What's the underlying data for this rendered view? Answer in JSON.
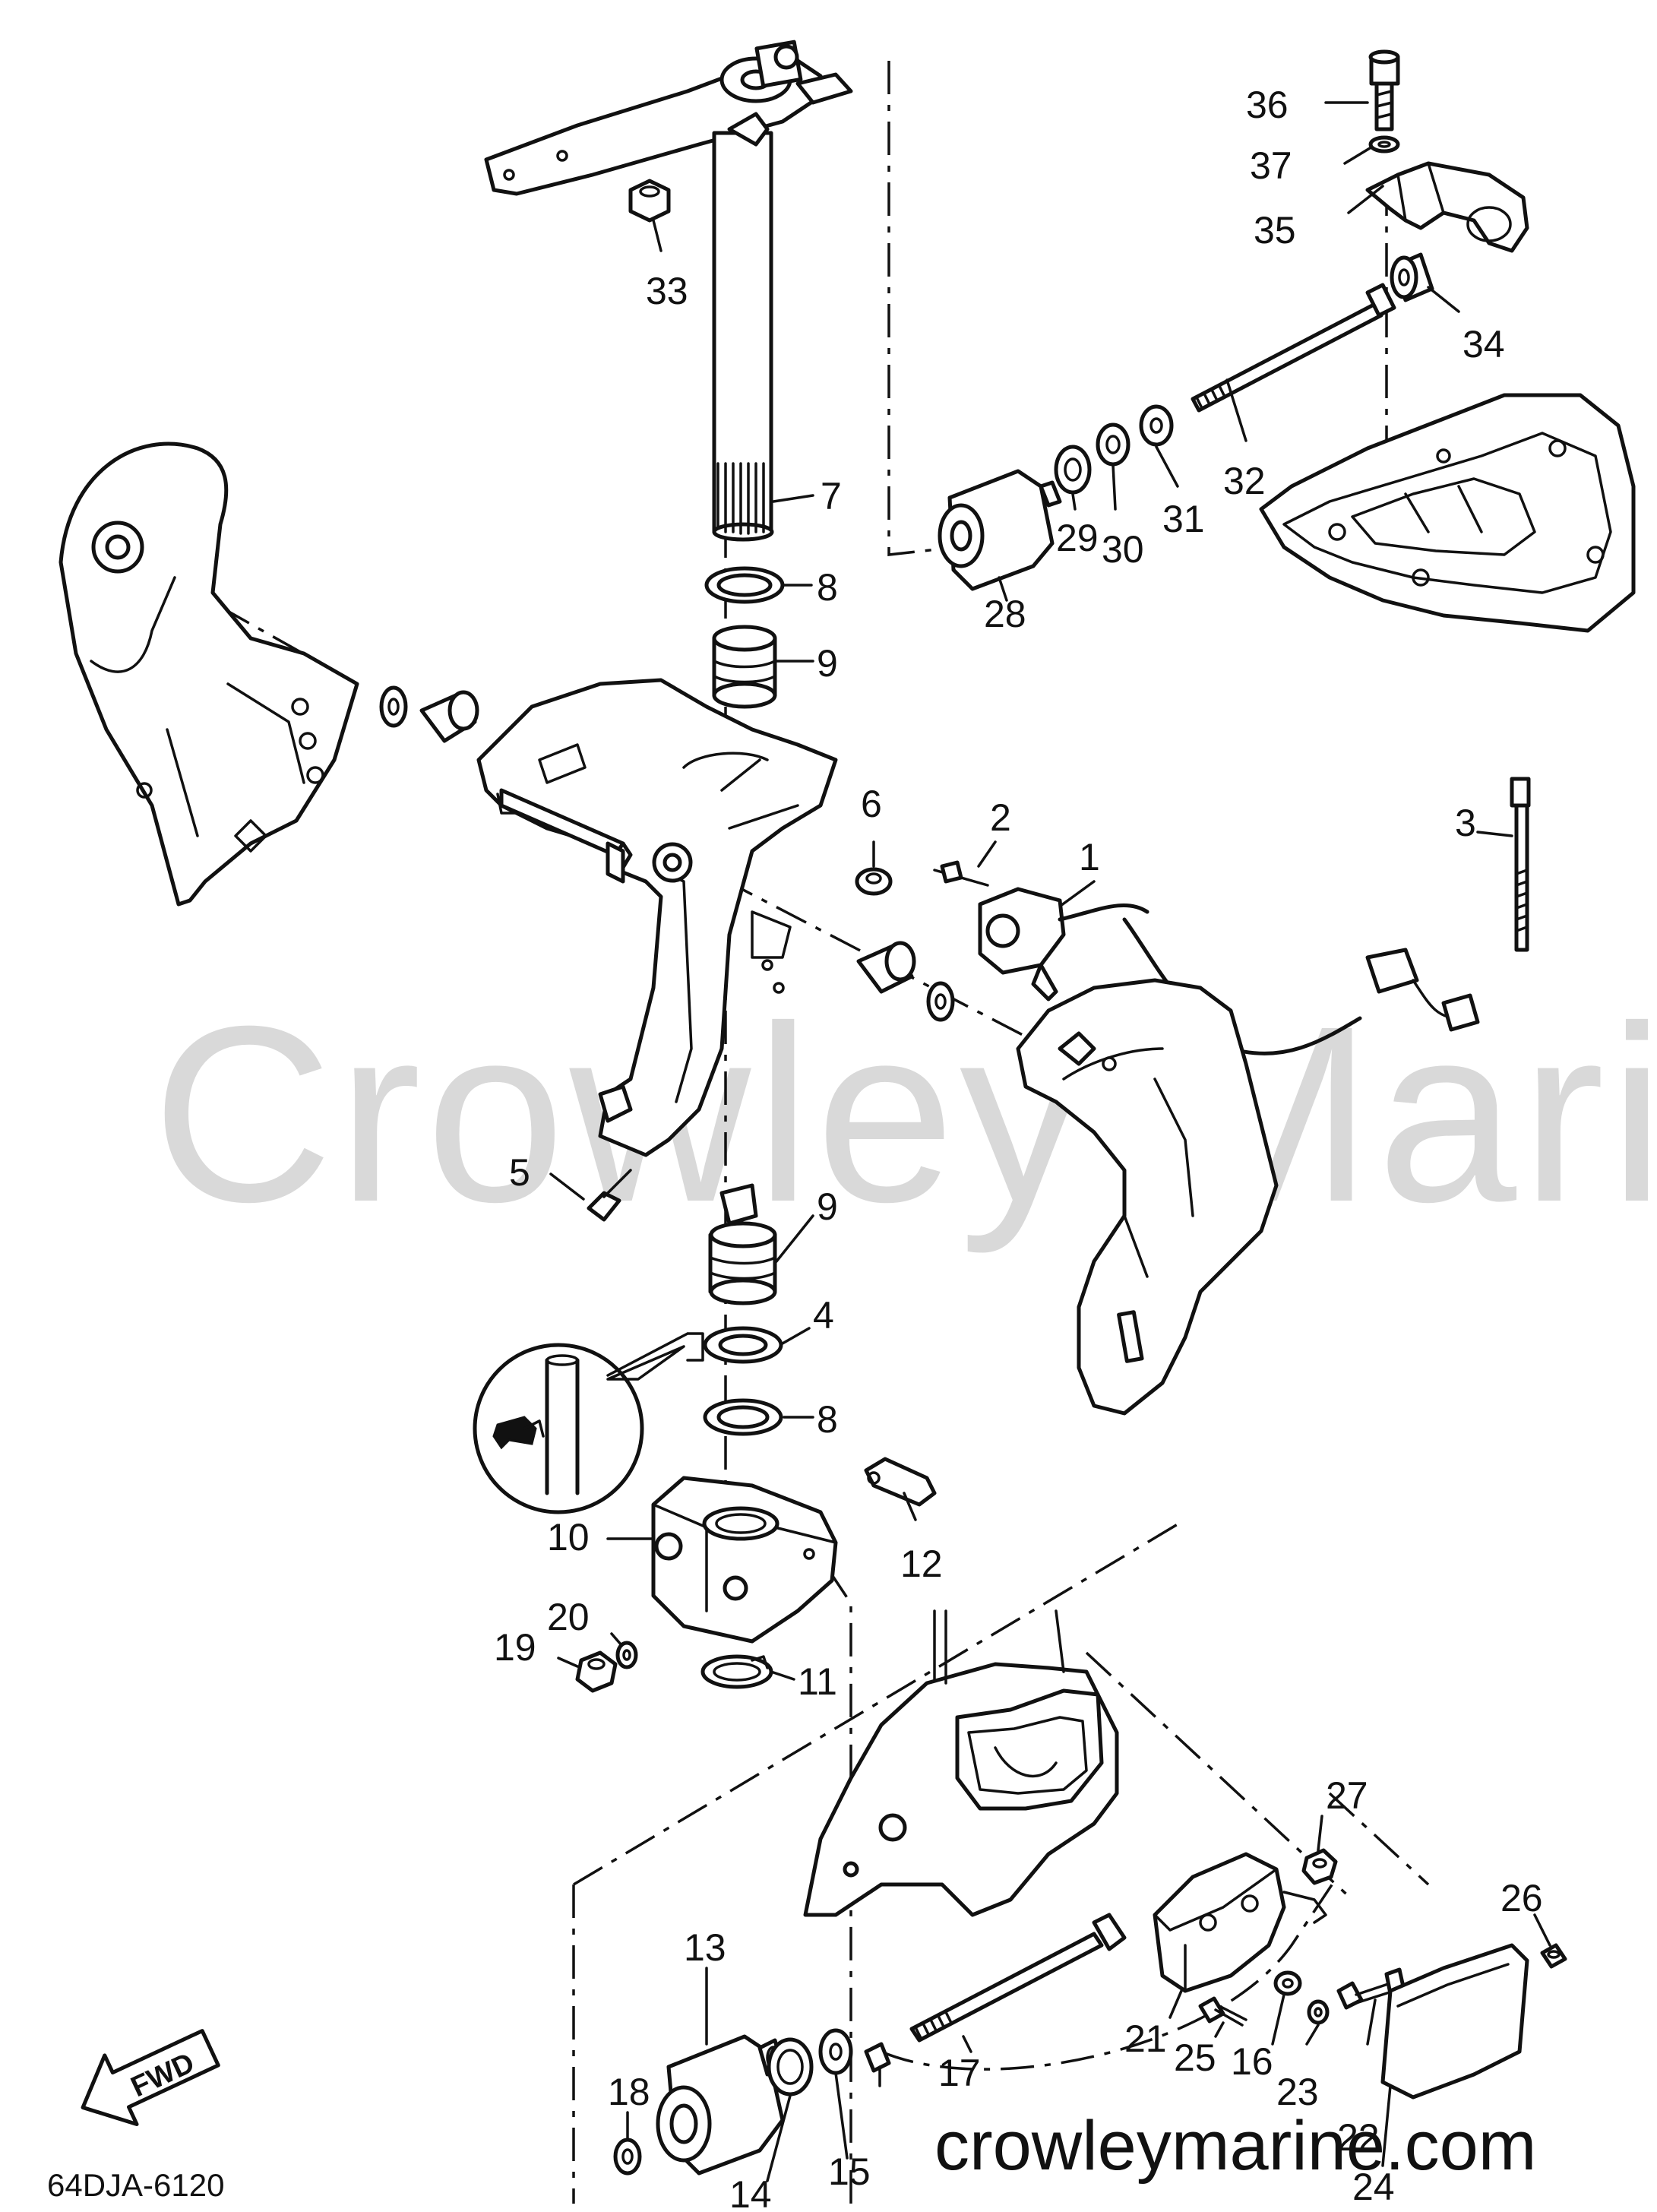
{
  "diagram": {
    "watermark": "Crowley Marine",
    "website": "crowleymarine.com",
    "diagram_code": "64DJA-6120",
    "fwd_label": "FWD",
    "callouts": [
      {
        "id": "c1",
        "label": "1"
      },
      {
        "id": "c2",
        "label": "2"
      },
      {
        "id": "c3",
        "label": "3"
      },
      {
        "id": "c4",
        "label": "4"
      },
      {
        "id": "c5",
        "label": "5"
      },
      {
        "id": "c6",
        "label": "6"
      },
      {
        "id": "c7",
        "label": "7"
      },
      {
        "id": "c8a",
        "label": "8"
      },
      {
        "id": "c8b",
        "label": "8"
      },
      {
        "id": "c9a",
        "label": "9"
      },
      {
        "id": "c9b",
        "label": "9"
      },
      {
        "id": "c10",
        "label": "10"
      },
      {
        "id": "c11",
        "label": "11"
      },
      {
        "id": "c12",
        "label": "12"
      },
      {
        "id": "c13",
        "label": "13"
      },
      {
        "id": "c14",
        "label": "14"
      },
      {
        "id": "c15",
        "label": "15"
      },
      {
        "id": "c16",
        "label": "16"
      },
      {
        "id": "c17",
        "label": "17"
      },
      {
        "id": "c18",
        "label": "18"
      },
      {
        "id": "c19",
        "label": "19"
      },
      {
        "id": "c20",
        "label": "20"
      },
      {
        "id": "c21",
        "label": "21"
      },
      {
        "id": "c22",
        "label": "22"
      },
      {
        "id": "c23",
        "label": "23"
      },
      {
        "id": "c24",
        "label": "24"
      },
      {
        "id": "c25",
        "label": "25"
      },
      {
        "id": "c26",
        "label": "26"
      },
      {
        "id": "c27",
        "label": "27"
      },
      {
        "id": "c28",
        "label": "28"
      },
      {
        "id": "c29",
        "label": "29"
      },
      {
        "id": "c30",
        "label": "30"
      },
      {
        "id": "c31",
        "label": "31"
      },
      {
        "id": "c32",
        "label": "32"
      },
      {
        "id": "c33",
        "label": "33"
      },
      {
        "id": "c34",
        "label": "34"
      },
      {
        "id": "c35",
        "label": "35"
      },
      {
        "id": "c36",
        "label": "36"
      },
      {
        "id": "c37",
        "label": "37"
      }
    ]
  }
}
